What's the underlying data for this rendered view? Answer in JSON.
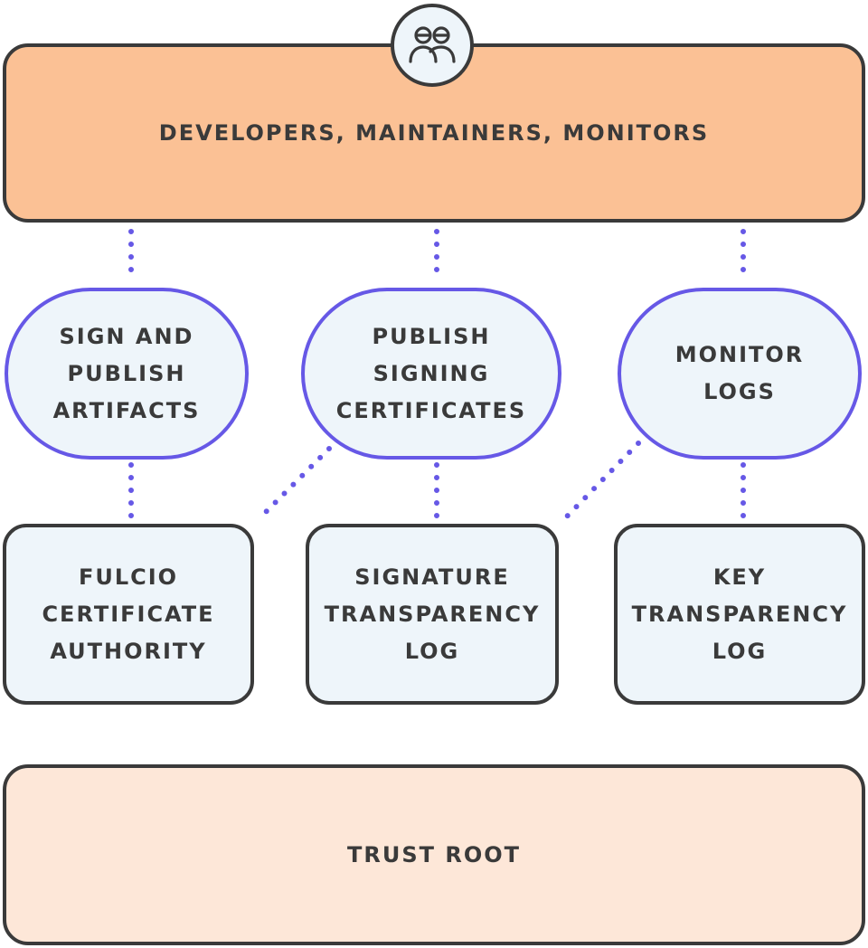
{
  "diagram": {
    "stakeholders": {
      "label": "DEVELOPERS, MAINTAINERS, MONITORS"
    },
    "actions": [
      {
        "label": "SIGN AND\nPUBLISH\nARTIFACTS"
      },
      {
        "label": "PUBLISH\nSIGNING\nCERTIFICATES"
      },
      {
        "label": "MONITOR\nLOGS"
      }
    ],
    "services": [
      {
        "label": "FULCIO\nCERTIFICATE\nAUTHORITY"
      },
      {
        "label": "SIGNATURE\nTRANSPARENCY\nLOG"
      },
      {
        "label": "KEY\nTRANSPARENCY\nLOG"
      }
    ],
    "trust_root": {
      "label": "TRUST ROOT"
    },
    "icons": {
      "stakeholders": "people-icon"
    },
    "colors": {
      "stakeholders_fill": "#fbc195",
      "action_border": "#6658e6",
      "action_fill": "#eef5fa",
      "service_fill": "#eef5fa",
      "trust_root_fill": "#fde7d8",
      "connector": "#6658e6",
      "outline": "#3a3a3a"
    }
  }
}
